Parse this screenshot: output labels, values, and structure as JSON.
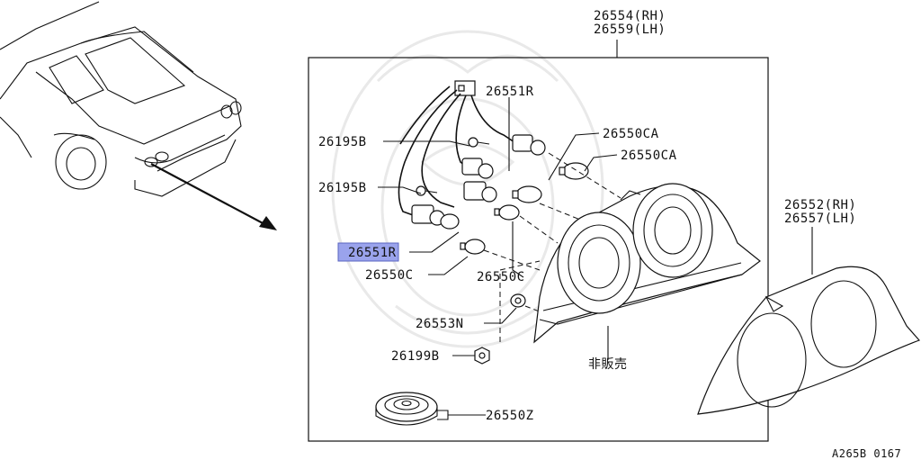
{
  "labels": {
    "p26554": "26554(RH)",
    "p26559": "26559(LH)",
    "p26551R_top": "26551R",
    "p26195B_a": "26195B",
    "p26195B_b": "26195B",
    "p26550CA_a": "26550CA",
    "p26550CA_b": "26550CA",
    "p26551R_hl_num": "26551",
    "p26551R_hl_suffix": "R",
    "p26550C_a": "26550C",
    "p26550C_b": "26550C",
    "p26553N": "26553N",
    "p26199B": "26199B",
    "p26550Z": "26550Z",
    "not_for_sale": "非販売",
    "p26552": "26552(RH)",
    "p26557": "26557(LH)",
    "figure_code": "A265B 0167"
  },
  "colors": {
    "highlight": "#9aa3ec",
    "ink": "#111111",
    "watermark": "#e9e9e9"
  },
  "icons": {
    "vehicle": "car-rear-quarter-icon",
    "arrow": "direction-arrow-icon"
  }
}
